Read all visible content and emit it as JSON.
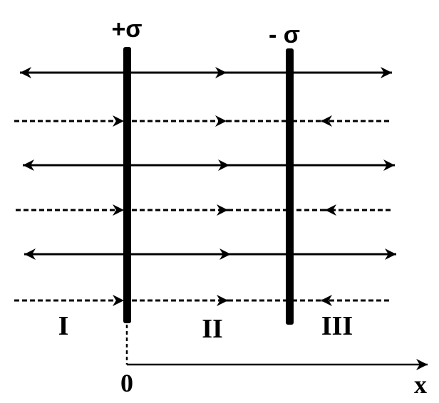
{
  "labels": {
    "plate_left_charge": "+σ",
    "plate_right_charge": "- σ",
    "region_1": "I",
    "region_2": "II",
    "region_3": "III",
    "origin": "0",
    "axis_x": "x"
  },
  "colors": {
    "ink": "#000000",
    "background": "#ffffff"
  }
}
